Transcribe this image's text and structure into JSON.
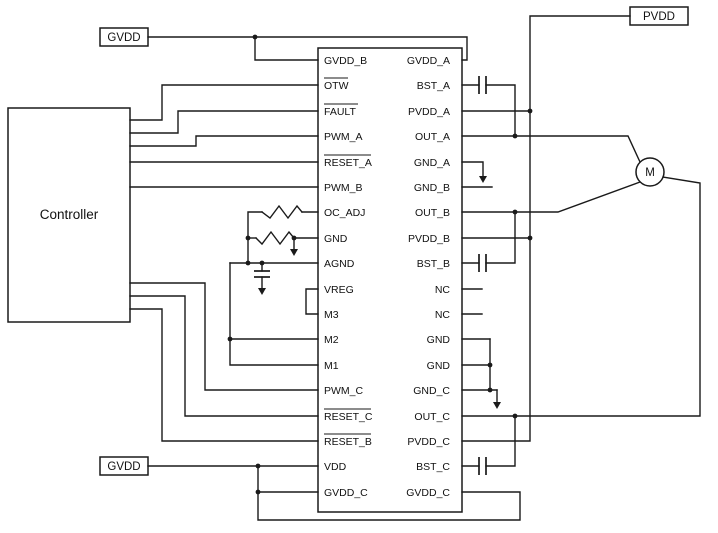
{
  "diagram": {
    "controller": {
      "label": "Controller"
    },
    "motor": {
      "label": "M"
    },
    "supplies": {
      "gvdd_top": "GVDD",
      "gvdd_bottom": "GVDD",
      "pvdd": "PVDD"
    },
    "ic": {
      "left_pins": [
        {
          "name": "GVDD_B",
          "overline": false
        },
        {
          "name": "OTW",
          "overline": true
        },
        {
          "name": "FAULT",
          "overline": true
        },
        {
          "name": "PWM_A",
          "overline": false
        },
        {
          "name": "RESET_A",
          "overline": true
        },
        {
          "name": "PWM_B",
          "overline": false
        },
        {
          "name": "OC_ADJ",
          "overline": false
        },
        {
          "name": "GND",
          "overline": false
        },
        {
          "name": "AGND",
          "overline": false
        },
        {
          "name": "VREG",
          "overline": false
        },
        {
          "name": "M3",
          "overline": false
        },
        {
          "name": "M2",
          "overline": false
        },
        {
          "name": "M1",
          "overline": false
        },
        {
          "name": "PWM_C",
          "overline": false
        },
        {
          "name": "RESET_C",
          "overline": true
        },
        {
          "name": "RESET_B",
          "overline": true
        },
        {
          "name": "VDD",
          "overline": false
        },
        {
          "name": "GVDD_C",
          "overline": false
        }
      ],
      "right_pins": [
        {
          "name": "GVDD_A",
          "overline": false
        },
        {
          "name": "BST_A",
          "overline": false
        },
        {
          "name": "PVDD_A",
          "overline": false
        },
        {
          "name": "OUT_A",
          "overline": false
        },
        {
          "name": "GND_A",
          "overline": false
        },
        {
          "name": "GND_B",
          "overline": false
        },
        {
          "name": "OUT_B",
          "overline": false
        },
        {
          "name": "PVDD_B",
          "overline": false
        },
        {
          "name": "BST_B",
          "overline": false
        },
        {
          "name": "NC",
          "overline": false
        },
        {
          "name": "NC",
          "overline": false
        },
        {
          "name": "GND",
          "overline": false
        },
        {
          "name": "GND",
          "overline": false
        },
        {
          "name": "GND_C",
          "overline": false
        },
        {
          "name": "OUT_C",
          "overline": false
        },
        {
          "name": "PVDD_C",
          "overline": false
        },
        {
          "name": "BST_C",
          "overline": false
        },
        {
          "name": "GVDD_C",
          "overline": false
        }
      ]
    },
    "colors": {
      "wire": "#1a1a1a",
      "background": "#ffffff"
    }
  }
}
